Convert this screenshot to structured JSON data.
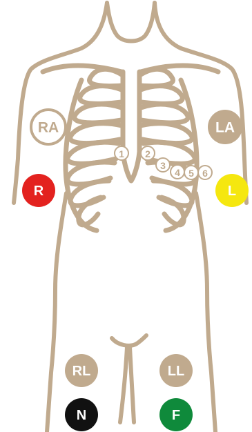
{
  "colors": {
    "body": "#c0aa8e",
    "background": "#ffffff",
    "label_text": "#ffffff",
    "ra_fill": "#ffffff",
    "ra_text": "#c0aa8e",
    "la_fill": "#c0aa8e",
    "rl_fill": "#c0aa8e",
    "ll_fill": "#c0aa8e",
    "r_fill": "#e3221f",
    "l_fill": "#f5e70f",
    "n_fill": "#111111",
    "f_fill": "#0f8a3b",
    "chest_fill": "#ffffff"
  },
  "limb_labels": {
    "ra": "RA",
    "la": "LA",
    "rl": "RL",
    "ll": "LL",
    "r": "R",
    "l": "L",
    "n": "N",
    "f": "F"
  },
  "chest_electrodes": [
    "1",
    "2",
    "3",
    "4",
    "5",
    "6"
  ]
}
